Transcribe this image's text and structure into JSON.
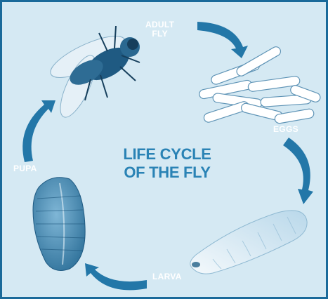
{
  "title": {
    "line1": "LIFE CYCLE",
    "line2": "OF THE FLY"
  },
  "stages": {
    "adult": {
      "line1": "ADULT",
      "line2": "FLY"
    },
    "eggs": "EGGS",
    "larva": "LARVA",
    "pupa": "PUPA"
  },
  "colors": {
    "background": "#d5e9f3",
    "border": "#1a6a9a",
    "arrow": "#2377a8",
    "title": "#2a83b5",
    "label": "#ffffff"
  }
}
